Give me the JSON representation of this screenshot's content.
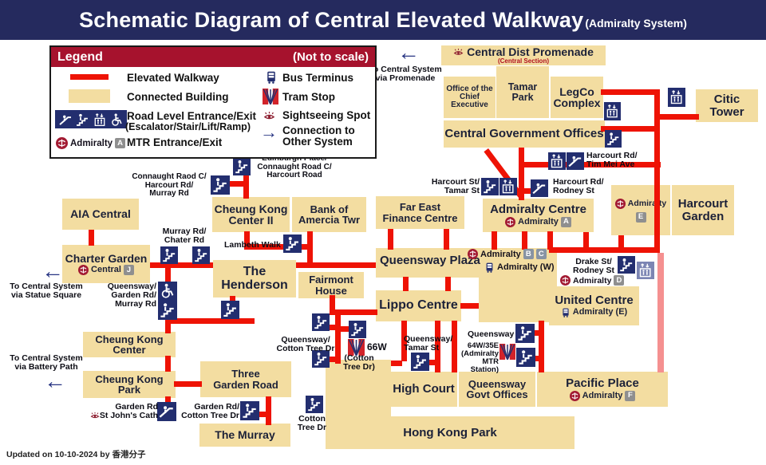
{
  "title": {
    "main": "Schematic Diagram of Central Elevated Walkway",
    "sub": "(Admiralty System)"
  },
  "legend": {
    "header": "Legend",
    "note": "(Not to scale)",
    "elevated_walkway": "Elevated Walkway",
    "connected_building": "Connected Building",
    "road_level_entrance": "Road Level Entrance/Exit",
    "road_level_entrance_sub": "(Escalator/Stair/Lift/Ramp)",
    "mtr_entrance": "MTR Entrance/Exit",
    "mtr_station": "Admiralty",
    "mtr_exit": "A",
    "bus_terminus": "Bus Terminus",
    "tram_stop": "Tram Stop",
    "sightseeing_spot": "Sightseeing Spot",
    "connection_other": "Connection to\nOther System"
  },
  "map": {
    "connections": {
      "promenade": {
        "label": "To Central System\nvia Promenade"
      },
      "statue_square": {
        "label": "To Central System\nvia Statue Square"
      },
      "battery_path": {
        "label": "To Central System\nvia Battery Path"
      }
    },
    "buildings": {
      "central_dist_promenade": {
        "label": "Central Dist Promenade",
        "sub": "(Central Section)"
      },
      "office_chief_executive": {
        "label": "Office of the\nChief Executive"
      },
      "tamar_park": {
        "label": "Tamar Park"
      },
      "legco_complex": {
        "label": "LegCo\nComplex"
      },
      "citic_tower": {
        "label": "Citic Tower"
      },
      "central_govt_offices": {
        "label": "Central Government Offices"
      },
      "aia_central": {
        "label": "AIA Central"
      },
      "cheung_kong_center_ii": {
        "label": "Cheung Kong\nCenter II"
      },
      "bank_of_amercia_twr": {
        "label": "Bank of\nAmercia Twr"
      },
      "far_east_finance_centre": {
        "label": "Far East\nFinance Centre"
      },
      "admiralty_centre": {
        "label": "Admiralty Centre",
        "mtr_station": "Admiralty",
        "mtr_exit": "A"
      },
      "admiralty_exit_e": {
        "mtr_station": "Admiralty",
        "mtr_exit": "E"
      },
      "harcourt_garden": {
        "label": "Harcourt\nGarden"
      },
      "charter_garden": {
        "label": "Charter Garden",
        "mtr_station": "Central",
        "mtr_exit": "J"
      },
      "the_henderson": {
        "label": "The\nHenderson"
      },
      "fairmont_house": {
        "label": "Fairmont\nHouse"
      },
      "queensway_plaza": {
        "label": "Queensway Plaza",
        "mtr_station": "Admiralty",
        "mtr_exit_b": "B",
        "mtr_exit_c": "C",
        "bus": "Admiralty (W)"
      },
      "lippo_centre": {
        "label": "Lippo Centre"
      },
      "united_centre": {
        "label": "United Centre",
        "bus": "Admiralty (E)"
      },
      "cheung_kong_center": {
        "label": "Cheung Kong\nCenter"
      },
      "cheung_kong_park": {
        "label": "Cheung Kong\nPark"
      },
      "three_garden_road": {
        "label": "Three\nGarden Road"
      },
      "the_murray": {
        "label": "The Murray"
      },
      "high_court": {
        "label": "High Court"
      },
      "queensway_govt_offices": {
        "label": "Queensway\nGovt Offices"
      },
      "pacific_place": {
        "label": "Pacific Place",
        "mtr_station": "Admiralty",
        "mtr_exit": "F"
      },
      "hong_kong_park": {
        "label": "Hong Kong Park"
      }
    },
    "entrances": {
      "edinburgh_place": {
        "label": "Edinburgh Place/\nConnaught Road C/\nHarcourt Road"
      },
      "connaught_road_c": {
        "label": "Connaught Raod C/\nHarcourt Rd/\nMurray Rd"
      },
      "murray_rd_chater_rd": {
        "label": "Murray Rd/\nChater Rd"
      },
      "lambeth_walk": {
        "label": "Lambeth Walk"
      },
      "queensway_garden_rd_murray_rd": {
        "label": "Queensway/\nGarden Rd/\nMurray Rd"
      },
      "harcourt_st_tamar_st": {
        "label": "Harcourt St/\nTamar St"
      },
      "harcourt_rd_tim_mei_ave": {
        "label": "Harcourt Rd/\nTim Mei Ave"
      },
      "harcourt_rd_rodney_st": {
        "label": "Harcourt Rd/\nRodney St"
      },
      "drake_st_rodney_st": {
        "label": "Drake St/\nRodney St",
        "mtr_station": "Admiralty",
        "mtr_exit": "D"
      },
      "queensway_tamar_st": {
        "label": "Queensway/\nTamar St"
      },
      "queensway_cotton_tree_dr": {
        "label": "Queensway/\nCotton Tree Dr"
      },
      "tram_66w": {
        "label": "66W",
        "sub": "(Cotton\nTree Dr)"
      },
      "queensway_stop": {
        "label": "Queensway"
      },
      "tram_64w_35e": {
        "label": "64W/35E\n(Admiralty\nMTR Station)"
      },
      "garden_rd_st_johns": {
        "label": "Garden Rd\nSt John's Cath"
      },
      "garden_rd_cotton_tree_dr": {
        "label": "Garden Rd/\nCotton Tree Dr"
      },
      "cotton_tree_dr": {
        "label": "Cotton\nTree Dr"
      }
    }
  },
  "footer": {
    "updated": "Updated on 10-10-2024 by 香港分子"
  },
  "colors": {
    "walkway": "#ee1305",
    "future_walkway": "#f59090",
    "building": "#f3dda1",
    "entrance_icon_bg": "#232e6f",
    "mtr_red": "#a21a32",
    "title_bar": "#252a5e",
    "legend_header": "#a6122d",
    "exit_badge": "#8f8f8f",
    "connection_arrow": "#283583"
  }
}
